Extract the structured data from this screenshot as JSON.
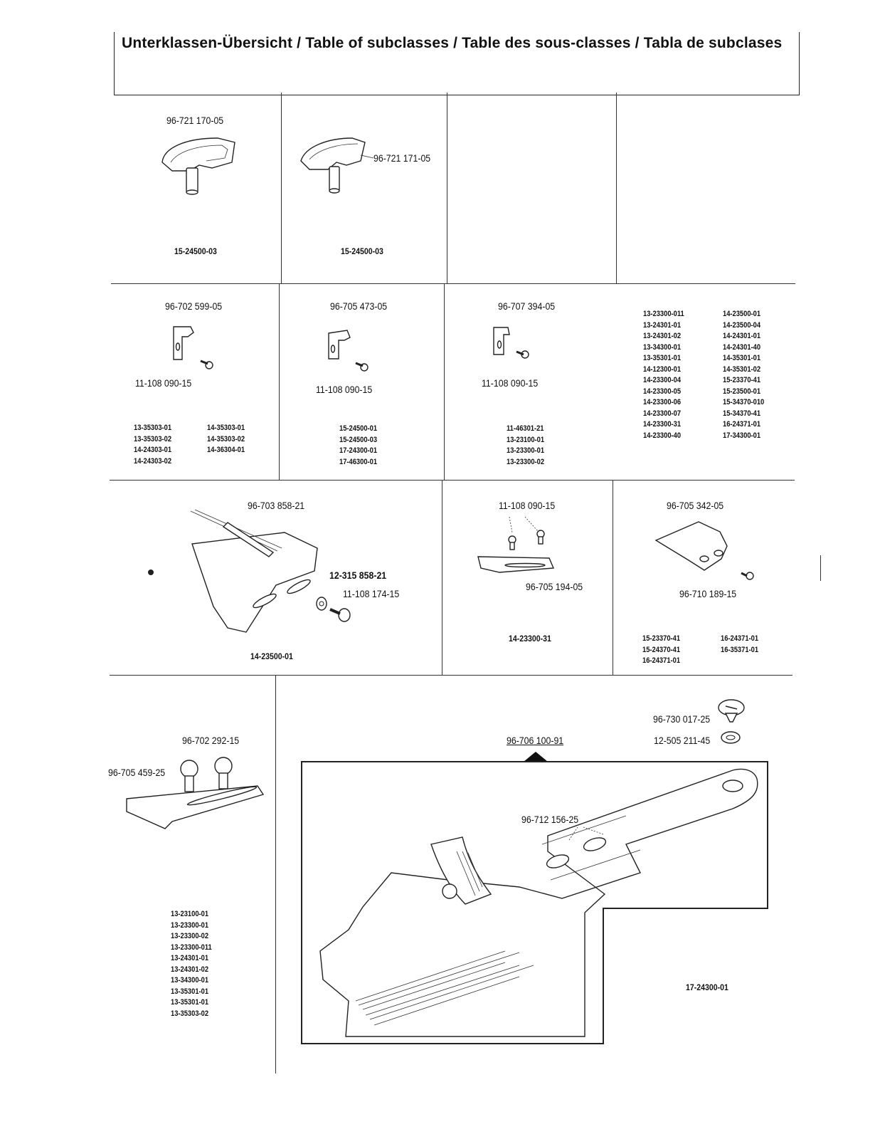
{
  "header": {
    "title": "Unterklassen-Übersicht / Table of subclasses / Table des sous-classes / Tabla de subclases"
  },
  "cells": {
    "r1c1": {
      "part": "96-721 170-05",
      "classes": [
        "15-24500-03"
      ]
    },
    "r1c2": {
      "part": "96-721 171-05",
      "classes": [
        "15-24500-03"
      ]
    },
    "r2c1": {
      "part": "96-702 599-05",
      "screw": "11-108 090-15",
      "classes_left": [
        "13-35303-01",
        "13-35303-02",
        "14-24303-01",
        "14-24303-02"
      ],
      "classes_right": [
        "14-35303-01",
        "14-35303-02",
        "14-36304-01"
      ]
    },
    "r2c2": {
      "part": "96-705 473-05",
      "screw": "11-108 090-15",
      "classes": [
        "15-24500-01",
        "15-24500-03",
        "17-24300-01",
        "17-46300-01"
      ]
    },
    "r2c3": {
      "part": "96-707 394-05",
      "screw": "11-108 090-15",
      "classes": [
        "11-46301-21",
        "13-23100-01",
        "13-23300-01",
        "13-23300-02"
      ]
    },
    "r2c4": {
      "classes_left": [
        "13-23300-011",
        "13-24301-01",
        "13-24301-02",
        "13-34300-01",
        "13-35301-01",
        "14-12300-01",
        "14-23300-04",
        "14-23300-05",
        "14-23300-06",
        "14-23300-07",
        "14-23300-31",
        "14-23300-40"
      ],
      "classes_right": [
        "14-23500-01",
        "14-23500-04",
        "14-24301-01",
        "14-24301-40",
        "14-35301-01",
        "14-35301-02",
        "15-23370-41",
        "15-23500-01",
        "15-34370-010",
        "15-34370-41",
        "16-24371-01",
        "17-34300-01"
      ]
    },
    "r3c1": {
      "part": "96-703 858-21",
      "washer": "12-315 858-21",
      "screw": "11-108 174-15",
      "classes": [
        "14-23500-01"
      ]
    },
    "r3c2": {
      "screw": "11-108 090-15",
      "part": "96-705 194-05",
      "classes": [
        "14-23300-31"
      ]
    },
    "r3c3": {
      "part": "96-705 342-05",
      "screw": "96-710 189-15",
      "classes_left": [
        "15-23370-41",
        "15-24370-41",
        "16-24371-01"
      ],
      "classes_right": [
        "16-24371-01",
        "16-35371-01"
      ]
    },
    "r4c1": {
      "screw": "96-702 292-15",
      "part": "96-705 459-25",
      "classes": [
        "13-23100-01",
        "13-23300-01",
        "13-23300-02",
        "13-23300-011",
        "13-24301-01",
        "13-24301-02",
        "13-34300-01",
        "13-35301-01",
        "13-35301-01",
        "13-35303-02"
      ]
    },
    "r4c2": {
      "assembly": "96-706 100-91",
      "screw_a": "96-730 017-25",
      "washer_a": "12-505 211-45",
      "screw_b": "96-712 156-25",
      "classes": [
        "17-24300-01"
      ]
    }
  }
}
